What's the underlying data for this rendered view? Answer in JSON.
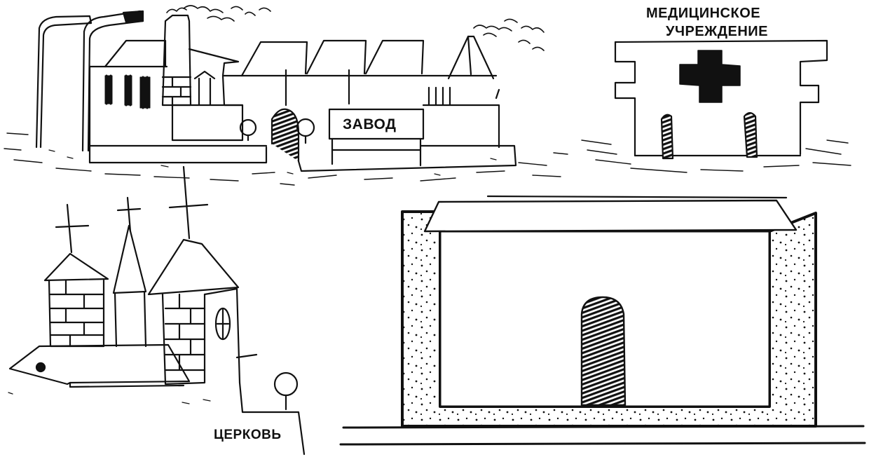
{
  "factory": {
    "label": "ЗАВОД"
  },
  "medical": {
    "label_line1": "МЕДИЦИНСКОЕ",
    "label_line2": "УЧРЕЖДЕНИЕ"
  },
  "church": {
    "label": "ЦЕРКОВЬ"
  },
  "icons": [
    "street-lamp-icon",
    "smoke-icon",
    "red-cross-icon",
    "cross-icon",
    "tree-icon"
  ],
  "colors": {
    "ink": "#111111",
    "paper": "#ffffff"
  }
}
